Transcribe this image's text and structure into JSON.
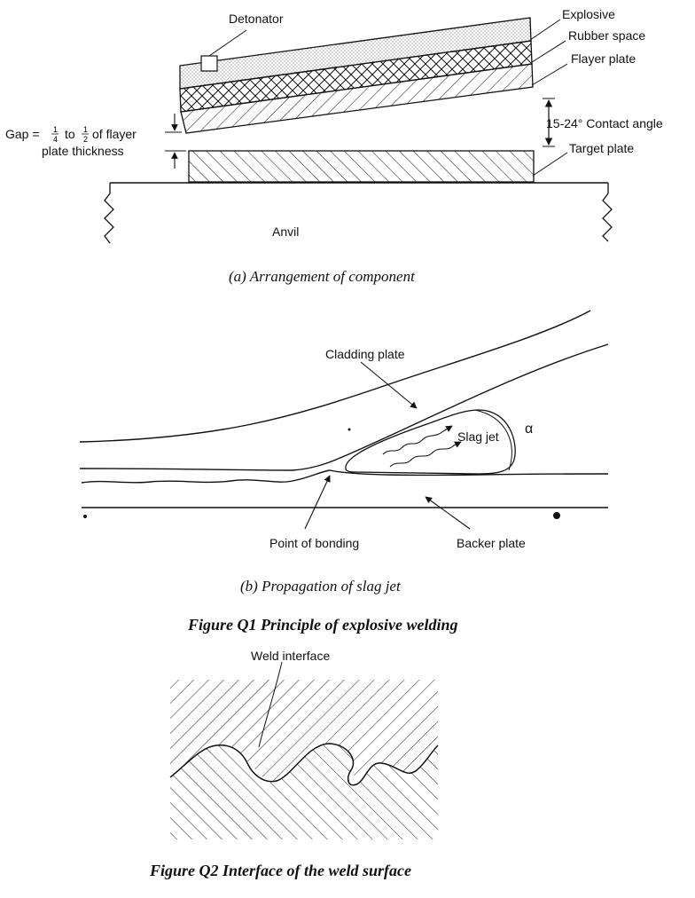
{
  "figure_q1": {
    "panel_a": {
      "labels": {
        "detonator": "Detonator",
        "explosive": "Explosive",
        "rubber_space": "Rubber space",
        "flayer_plate": "Flayer plate",
        "gap_prefix": "Gap =",
        "gap_frac1_num": "1",
        "gap_frac1_den": "4",
        "gap_to": "to",
        "gap_frac2_num": "1",
        "gap_frac2_den": "2",
        "gap_suffix": "of flayer",
        "gap_line2": "plate thickness",
        "contact_angle": "15-24° Contact angle",
        "target_plate": "Target plate",
        "anvil": "Anvil"
      },
      "caption": "(a) Arrangement of component"
    },
    "panel_b": {
      "labels": {
        "cladding_plate": "Cladding plate",
        "slag_jet": "Slag jet",
        "alpha": "α",
        "point_of_bonding": "Point of bonding",
        "backer_plate": "Backer plate"
      },
      "caption": "(b) Propagation of slag jet"
    },
    "title": "Figure Q1 Principle of explosive welding"
  },
  "figure_q2": {
    "labels": {
      "weld_interface": "Weld interface"
    },
    "title": "Figure Q2 Interface of the weld surface"
  },
  "colors": {
    "ink": "#111111",
    "background": "#ffffff"
  }
}
